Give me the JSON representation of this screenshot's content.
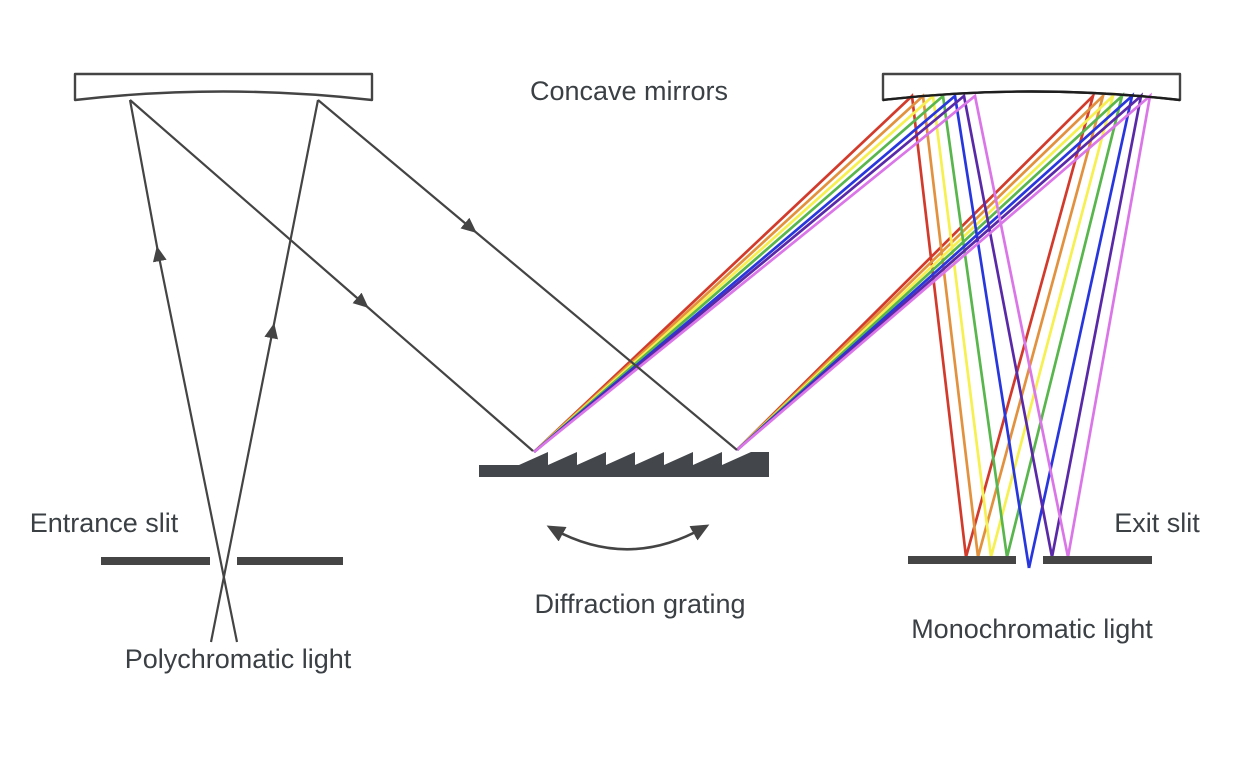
{
  "diagram": {
    "title": "Monochromator optical diagram",
    "labels": {
      "concave_mirrors": "Concave mirrors",
      "entrance_slit": "Entrance slit",
      "polychromatic_light": "Polychromatic light",
      "diffraction_grating": "Diffraction grating",
      "exit_slit": "Exit slit",
      "monochromatic_light": "Monochromatic light"
    },
    "colors": {
      "background": "#ffffff",
      "line": "#444444",
      "text": "#3b4045",
      "slit": "#454545",
      "grating": "#43464a",
      "spectrum": [
        {
          "name": "red",
          "hex": "#d23b2b"
        },
        {
          "name": "orange",
          "hex": "#e2923e"
        },
        {
          "name": "yellow",
          "hex": "#f6f050"
        },
        {
          "name": "green",
          "hex": "#58b64c"
        },
        {
          "name": "blue",
          "hex": "#2836dd"
        },
        {
          "name": "indigo",
          "hex": "#5a29a8"
        },
        {
          "name": "violet",
          "hex": "#da76e8"
        }
      ]
    }
  }
}
